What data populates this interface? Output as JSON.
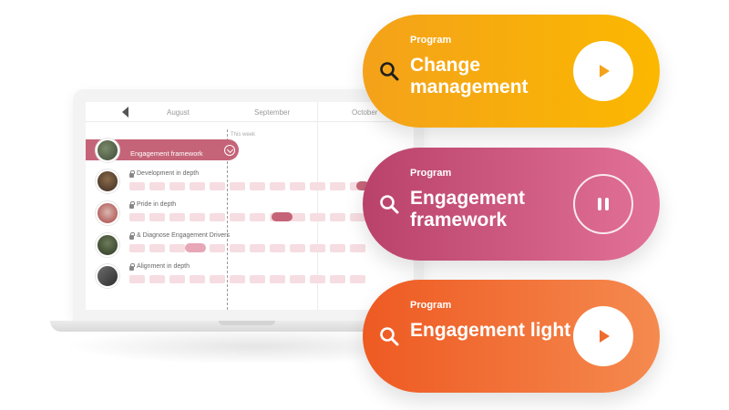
{
  "timeline": {
    "months": [
      "August",
      "September",
      "October"
    ],
    "today_label": "This week",
    "active_row": {
      "label": "Engagement framework"
    },
    "rows": [
      {
        "label": "Development in depth"
      },
      {
        "label": "Pride in depth"
      },
      {
        "label": "& Diagnose Engagement Drivers"
      },
      {
        "label": "Alignment in depth"
      }
    ]
  },
  "cards": [
    {
      "kicker": "Program",
      "title": "Change management",
      "state": "play",
      "color": "#fbb800"
    },
    {
      "kicker": "Program",
      "title": "Engagement framework",
      "state": "pause",
      "color": "#c9507a"
    },
    {
      "kicker": "Program",
      "title": "Engagement light",
      "state": "play",
      "color": "#ef6a2c"
    }
  ],
  "colors": {
    "timeline_accent": "#c56478",
    "track": "#f6dde2"
  }
}
